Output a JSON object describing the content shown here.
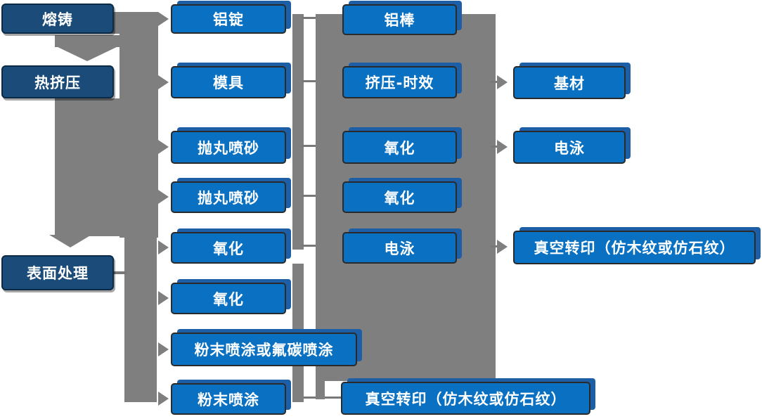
{
  "diagram": {
    "kind": "process-flowchart",
    "colors": {
      "process_box": "#0a70c2",
      "process_box_border": "#2a2a2a",
      "process_box_shadow": "#1d5fa6",
      "stage_box": "#1b4b78",
      "stage_box_border": "#0a2a45",
      "connector_gray": "#7f7f7f",
      "text": "#ffffff",
      "background": "#ffffff"
    }
  },
  "nodes": {
    "col1": [
      {
        "label": "熔铸"
      },
      {
        "label": "热挤压"
      },
      {
        "label": "表面处理"
      }
    ],
    "col2": [
      {
        "label": "铝锭"
      },
      {
        "label": "模具"
      },
      {
        "label": "抛丸喷砂"
      },
      {
        "label": "抛丸喷砂"
      },
      {
        "label": "氧化"
      },
      {
        "label": "氧化"
      },
      {
        "label": "粉末喷涂或氟碳喷涂"
      },
      {
        "label": "粉末喷涂"
      }
    ],
    "col3": [
      {
        "label": "铝棒"
      },
      {
        "label": "挤压-时效"
      },
      {
        "label": "氧化"
      },
      {
        "label": "氧化"
      },
      {
        "label": "电泳"
      },
      {
        "label": "真空转印（仿木纹或仿石纹）"
      }
    ],
    "col4": [
      {
        "label": "基材"
      },
      {
        "label": "电泳"
      },
      {
        "label": "真空转印（仿木纹或仿石纹）"
      }
    ]
  },
  "arrows": {
    "down_chain": [
      "熔铸",
      "热挤压",
      "表面处理"
    ],
    "left_fanout_targets": [
      "铝锭",
      "模具",
      "抛丸喷砂",
      "抛丸喷砂",
      "氧化",
      "氧化",
      "粉末喷涂或氟碳喷涂",
      "粉末喷涂"
    ],
    "right_arrows": [
      {
        "from": "挤压-时效",
        "to": "基材"
      },
      {
        "from": "氧化",
        "to": "电泳"
      },
      {
        "from": "电泳",
        "to": "真空转印（仿木纹或仿石纹）"
      }
    ]
  }
}
